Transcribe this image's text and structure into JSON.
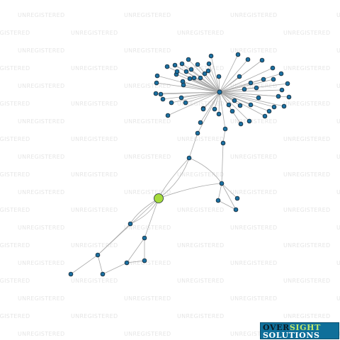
{
  "watermark": {
    "text": "UNREGISTERED"
  },
  "logo": {
    "word1_part1": "OVER",
    "word1_part2": "SIGHT",
    "word2": "SOLUTIONS",
    "colors": {
      "background": "#0f6f9a",
      "dark": "#0b1a24",
      "accent": "#bfe86a",
      "light": "#ffffff"
    }
  },
  "graph": {
    "colors": {
      "node_fill": "#1a6fa0",
      "focus_fill": "#a6dc3c",
      "edge": "#a8a8a8",
      "node_stroke": "#1c2a36"
    },
    "focus_node": "focus",
    "hub_node": "hub",
    "satellites": 58,
    "lower_group_size": 3
  }
}
